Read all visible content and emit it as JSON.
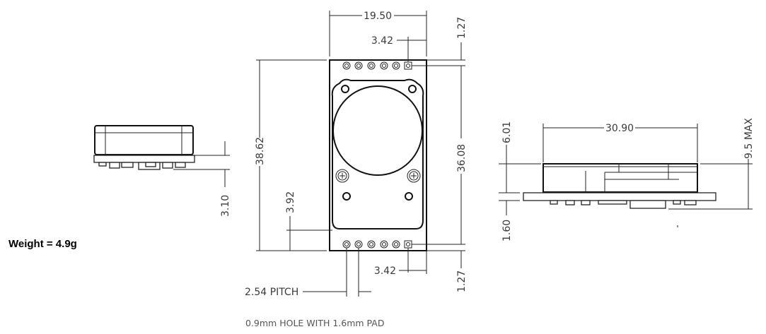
{
  "weight_label": "Weight = 4.9g",
  "top_view": {
    "width_dim": "19.50",
    "pin_offset_top": "3.42",
    "pin_offset_bottom": "3.42",
    "edge_top": "1.27",
    "edge_bottom": "1.27",
    "pin_span": "36.08",
    "overall_length": "38.62",
    "lower_offset": "3.92",
    "pitch_label": "2.54 PITCH",
    "hole_note": "0.9mm HOLE WITH 1.6mm PAD"
  },
  "left_view": {
    "height_dim": "3.10"
  },
  "right_view": {
    "length_dim": "30.90",
    "body_height": "6.01",
    "board_thickness": "1.60",
    "max_height": "9.5 MAX"
  }
}
